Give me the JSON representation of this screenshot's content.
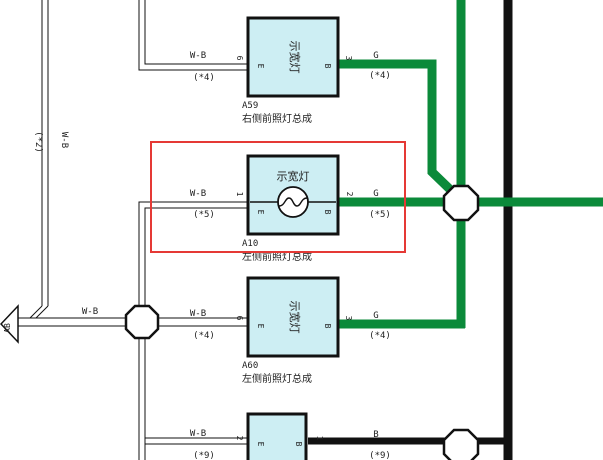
{
  "colors": {
    "green_wire": "#0b8a3a",
    "black_wire": "#111111",
    "box_fill": "#cdeef3",
    "highlight": "#e53935"
  },
  "wires": {
    "wb_vertical_label": "W-B",
    "wb_vertical_note": "(*2)",
    "wb_horizontal_label": "W-B",
    "ground_connector": "AB"
  },
  "components": [
    {
      "code": "A59",
      "name": "右侧前照灯总成",
      "inner_label": "示宽灯",
      "left_wire": "W-B",
      "left_pin": "6",
      "left_note": "(*4)",
      "left_term": "E",
      "right_wire": "G",
      "right_pin": "3",
      "right_note": "(*4)",
      "right_term": "B"
    },
    {
      "code": "A10",
      "name": "左侧前照灯总成",
      "inner_label": "示宽灯",
      "left_wire": "W-B",
      "left_pin": "1",
      "left_note": "(*5)",
      "left_term": "E",
      "right_wire": "G",
      "right_pin": "2",
      "right_note": "(*5)",
      "right_term": "B"
    },
    {
      "code": "A60",
      "name": "左侧前照灯总成",
      "inner_label": "示宽灯",
      "left_wire": "W-B",
      "left_pin": "6",
      "left_note": "(*4)",
      "left_term": "E",
      "right_wire": "G",
      "right_pin": "3",
      "right_note": "(*4)",
      "right_term": "B"
    },
    {
      "left_wire": "W-B",
      "left_pin": "2",
      "left_note": "(*9)",
      "left_term": "E",
      "right_wire": "B",
      "right_pin": "1",
      "right_note": "(*9)",
      "right_term": "B"
    }
  ]
}
